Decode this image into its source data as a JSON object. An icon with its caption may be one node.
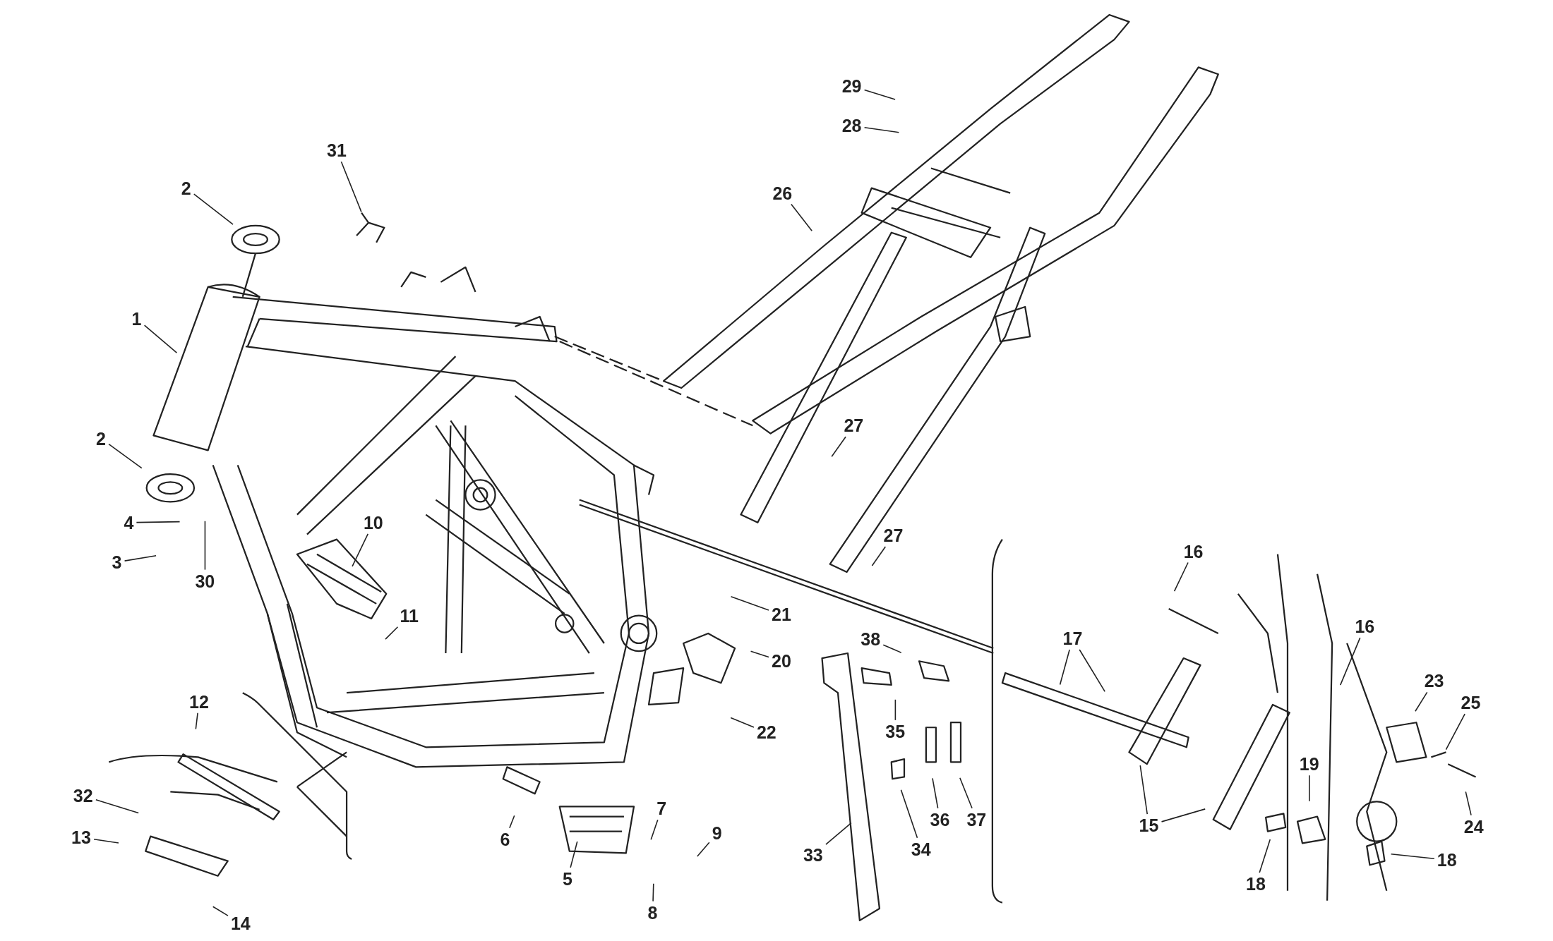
{
  "diagram": {
    "nodes": [
      {
        "text": [
          "1"
        ]
      },
      {
        "text": [
          "2"
        ]
      },
      {
        "text": [
          "2"
        ]
      },
      {
        "text": [
          "3"
        ]
      },
      {
        "text": [
          "4"
        ]
      },
      {
        "text": [
          "30"
        ]
      },
      {
        "text": [
          "31"
        ]
      },
      {
        "text": [
          "10"
        ]
      },
      {
        "text": [
          "11"
        ]
      },
      {
        "text": [
          "12"
        ]
      },
      {
        "text": [
          "32"
        ]
      },
      {
        "text": [
          "13"
        ]
      },
      {
        "text": [
          "14"
        ]
      },
      {
        "text": [
          "6"
        ]
      },
      {
        "text": [
          "5"
        ]
      },
      {
        "text": [
          "7"
        ]
      },
      {
        "text": [
          "8"
        ]
      },
      {
        "text": [
          "9"
        ]
      },
      {
        "text": [
          "21"
        ]
      },
      {
        "text": [
          "20"
        ]
      },
      {
        "text": [
          "22"
        ]
      },
      {
        "text": [
          "29"
        ]
      },
      {
        "text": [
          "28"
        ]
      },
      {
        "text": [
          "26"
        ]
      },
      {
        "text": [
          "27"
        ]
      },
      {
        "text": [
          "27"
        ]
      },
      {
        "text": [
          "38"
        ]
      },
      {
        "text": [
          "35"
        ]
      },
      {
        "text": [
          "36"
        ]
      },
      {
        "text": [
          "37"
        ]
      },
      {
        "text": [
          "34"
        ]
      },
      {
        "text": [
          "33"
        ]
      },
      {
        "text": [
          "16"
        ]
      },
      {
        "text": [
          "17"
        ]
      },
      {
        "text": [
          "16"
        ]
      },
      {
        "text": [
          "23"
        ]
      },
      {
        "text": [
          "25"
        ]
      },
      {
        "text": [
          "24"
        ]
      },
      {
        "text": [
          "19"
        ]
      },
      {
        "text": [
          "15"
        ]
      },
      {
        "text": [
          "18"
        ]
      },
      {
        "text": [
          "18"
        ]
      }
    ],
    "edges": [
      {
        "from": 0,
        "to": null,
        "arrow": "none"
      },
      {
        "from": 1,
        "to": null,
        "arrow": "none"
      },
      {
        "from": 2,
        "to": null,
        "arrow": "none"
      },
      {
        "from": 3,
        "to": null,
        "arrow": "none"
      },
      {
        "from": 4,
        "to": null,
        "arrow": "none"
      },
      {
        "from": 5,
        "to": null,
        "arrow": "none"
      },
      {
        "from": 6,
        "to": null,
        "arrow": "none"
      },
      {
        "from": 7,
        "to": null,
        "arrow": "none"
      },
      {
        "from": 8,
        "to": null,
        "arrow": "none"
      },
      {
        "from": 9,
        "to": null,
        "arrow": "none"
      },
      {
        "from": 10,
        "to": null,
        "arrow": "none"
      },
      {
        "from": 11,
        "to": null,
        "arrow": "none"
      },
      {
        "from": 12,
        "to": null,
        "arrow": "none"
      },
      {
        "from": 13,
        "to": null,
        "arrow": "none"
      },
      {
        "from": 14,
        "to": null,
        "arrow": "none"
      },
      {
        "from": 15,
        "to": null,
        "arrow": "none"
      },
      {
        "from": 16,
        "to": null,
        "arrow": "none"
      },
      {
        "from": 17,
        "to": null,
        "arrow": "none"
      },
      {
        "from": 18,
        "to": null,
        "arrow": "none"
      },
      {
        "from": 19,
        "to": null,
        "arrow": "none"
      },
      {
        "from": 20,
        "to": null,
        "arrow": "none"
      },
      {
        "from": 21,
        "to": null,
        "arrow": "none"
      },
      {
        "from": 22,
        "to": null,
        "arrow": "none"
      },
      {
        "from": 23,
        "to": null,
        "arrow": "none"
      },
      {
        "from": 24,
        "to": null,
        "arrow": "none"
      },
      {
        "from": 25,
        "to": null,
        "arrow": "none"
      },
      {
        "from": 26,
        "to": null,
        "arrow": "none"
      },
      {
        "from": 27,
        "to": null,
        "arrow": "none"
      },
      {
        "from": 28,
        "to": null,
        "arrow": "none"
      },
      {
        "from": 29,
        "to": null,
        "arrow": "none"
      },
      {
        "from": 30,
        "to": null,
        "arrow": "none"
      },
      {
        "from": 31,
        "to": null,
        "arrow": "none"
      },
      {
        "from": 32,
        "to": null,
        "arrow": "none"
      },
      {
        "from": 33,
        "to": null,
        "arrow": "none"
      },
      {
        "from": 33,
        "to": null,
        "arrow": "none"
      },
      {
        "from": 34,
        "to": null,
        "arrow": "none"
      },
      {
        "from": 35,
        "to": null,
        "arrow": "none"
      },
      {
        "from": 36,
        "to": null,
        "arrow": "none"
      },
      {
        "from": 37,
        "to": null,
        "arrow": "none"
      },
      {
        "from": 38,
        "to": null,
        "arrow": "none"
      },
      {
        "from": 39,
        "to": null,
        "arrow": "none"
      },
      {
        "from": 39,
        "to": null,
        "arrow": "none"
      },
      {
        "from": 40,
        "to": null,
        "arrow": "none"
      },
      {
        "from": 41,
        "to": null,
        "arrow": "none"
      }
    ]
  }
}
